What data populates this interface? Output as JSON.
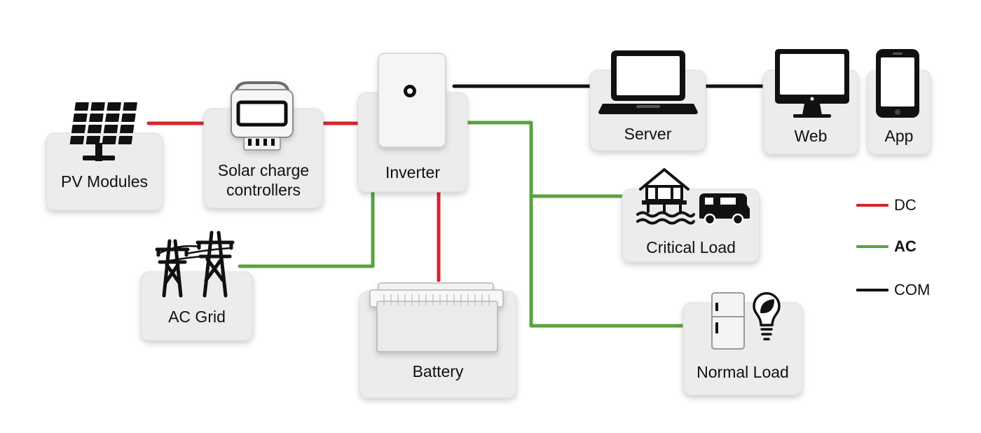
{
  "colors": {
    "dc": "#d8232a",
    "ac": "#5aa23e",
    "com": "#111111",
    "platform": "#ececec",
    "device": "#f5f5f5"
  },
  "nodes": {
    "pv_modules": {
      "label": "PV Modules",
      "icon": "solar-panel-icon"
    },
    "solar_charge_controllers": {
      "label_line1": "Solar charge",
      "label_line2": "controllers",
      "icon": "charge-controller-icon"
    },
    "inverter": {
      "label": "Inverter",
      "icon": "inverter-icon"
    },
    "server": {
      "label": "Server",
      "icon": "laptop-icon"
    },
    "web": {
      "label": "Web",
      "icon": "desktop-monitor-icon"
    },
    "app": {
      "label": "App",
      "icon": "smartphone-icon"
    },
    "critical_load": {
      "label": "Critical Load",
      "icons": [
        "house-icon",
        "camper-van-icon"
      ]
    },
    "ac_grid": {
      "label": "AC Grid",
      "icon": "transmission-tower-icon"
    },
    "battery": {
      "label": "Battery",
      "icon": "battery-icon"
    },
    "normal_load": {
      "label": "Normal Load",
      "icons": [
        "refrigerator-icon",
        "lightbulb-icon"
      ]
    }
  },
  "legend": [
    {
      "label": "DC",
      "color": "#d8232a"
    },
    {
      "label": "AC",
      "color": "#5aa23e"
    },
    {
      "label": "COM",
      "color": "#111111"
    }
  ]
}
